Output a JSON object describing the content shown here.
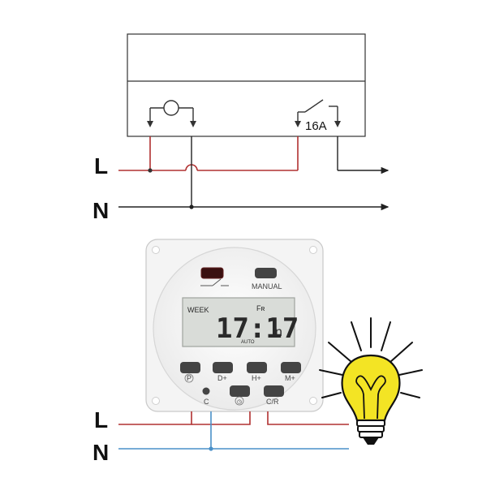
{
  "schematic": {
    "label_live": "L",
    "label_neutral": "N",
    "contact_rating": "16A"
  },
  "timer": {
    "manual_label": "MANUAL",
    "lcd_week": "WEEK",
    "lcd_day": "Fʀ",
    "lcd_time": "17:17",
    "lcd_mode_glyph": "n",
    "lcd_auto": "AUTO",
    "buttons": [
      {
        "label": "P"
      },
      {
        "label": "D+"
      },
      {
        "label": "H+"
      },
      {
        "label": "M+"
      }
    ],
    "bottom_buttons": [
      {
        "label": "C"
      },
      {
        "label": "◷"
      },
      {
        "label": "C/R"
      }
    ]
  },
  "wiring": {
    "label_live": "L",
    "label_neutral": "N"
  },
  "colors": {
    "live_wire": "#b03030",
    "neutral_wire_top": "#222222",
    "neutral_wire_bottom": "#4a90c8",
    "bulb_glass": "#f3e424",
    "button_dark": "#444444"
  }
}
